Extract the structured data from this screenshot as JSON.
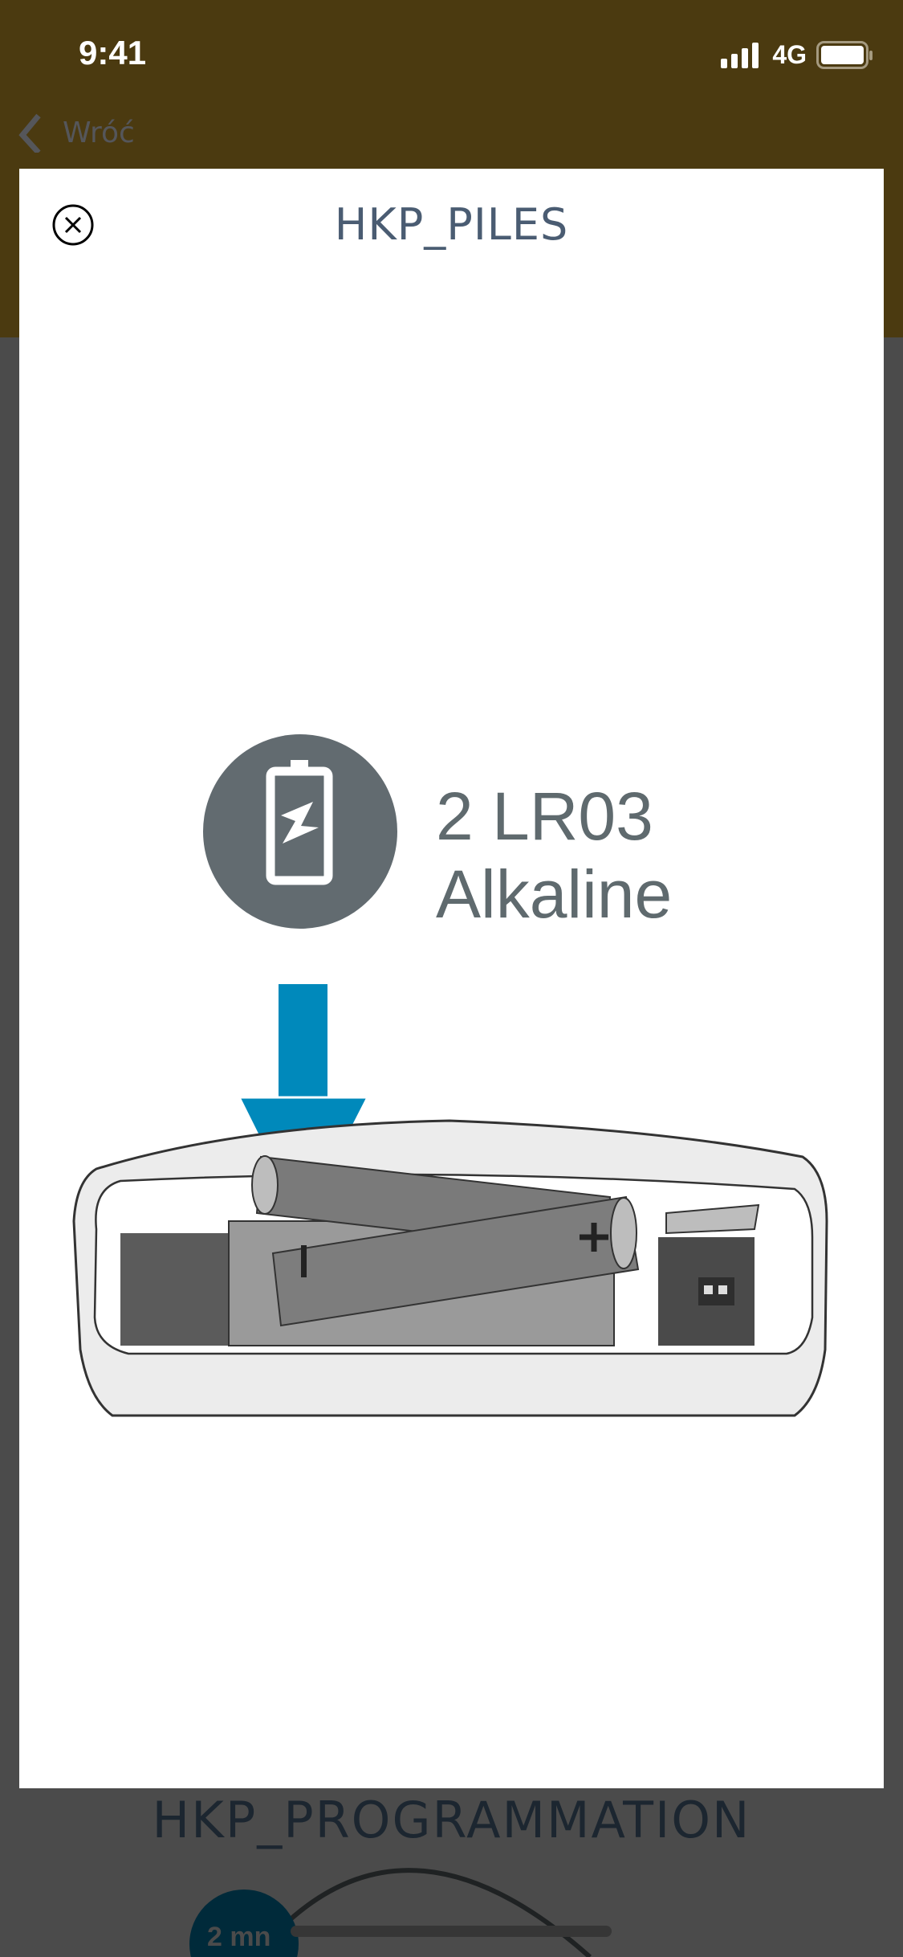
{
  "status_bar": {
    "time": "9:41",
    "network": "4G"
  },
  "nav": {
    "back_label": "Wróć"
  },
  "background": {
    "section_title": "HKP_PROGRAMMATION",
    "timer_label": "2 mn"
  },
  "modal": {
    "title": "HKP_PILES",
    "battery_count": "2 LR03",
    "battery_type": "Alkaline"
  },
  "colors": {
    "header": "#4b3a10",
    "arrow": "#0089bb",
    "title": "#4a5c72",
    "battery_icon": "#626b70"
  }
}
